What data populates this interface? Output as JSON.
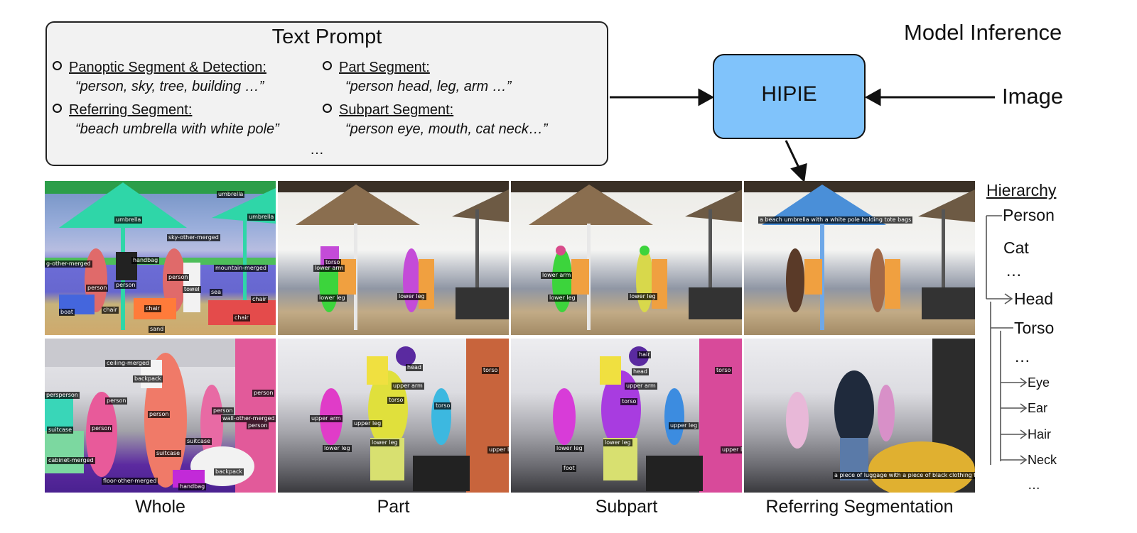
{
  "text_prompt": {
    "title": "Text Prompt",
    "tasks": [
      {
        "label": "Panoptic Segment & Detection:",
        "example": "“person, sky, tree, building …”"
      },
      {
        "label": "Part Segment:",
        "example": "“person head, leg, arm …”"
      },
      {
        "label": "Referring Segment:",
        "example": "“beach umbrella with white pole”"
      },
      {
        "label": "Subpart Segment:",
        "example": "“person eye, mouth, cat neck…”"
      }
    ],
    "ellipsis": "…"
  },
  "model": {
    "title": "Model Inference",
    "name": "HIPIE",
    "input_label": "Image"
  },
  "captions": [
    "Whole",
    "Part",
    "Subpart",
    "Referring Segmentation"
  ],
  "hierarchy": {
    "title": "Hierarchy",
    "level1": [
      "Person",
      "Cat",
      "…"
    ],
    "level2": [
      "Head",
      "Torso",
      "…"
    ],
    "level3": [
      "Eye",
      "Ear",
      "Hair",
      "Neck",
      "…"
    ]
  },
  "mask_labels": {
    "whole_beach": [
      "umbrella",
      "umbrella",
      "umbrella",
      "sky-other-merged",
      "handbag",
      "g-other-merged",
      "mountain-merged",
      "person",
      "person",
      "towel",
      "person",
      "sea",
      "chair",
      "boat",
      "chair",
      "chair",
      "chair",
      "sand"
    ],
    "part_beach": [
      "torso",
      "lower arm",
      "lower leg",
      "lower leg"
    ],
    "subpart_beach": [
      "lower arm",
      "lower leg",
      "lower leg"
    ],
    "referring_beach": "a beach umbrella with a white pole holding tote bags",
    "whole_airport": [
      "ceiling-merged",
      "backpack",
      "persperson",
      "person",
      "person",
      "person",
      "person",
      "suitcase",
      "suitcase",
      "wall-other-merged",
      "person",
      "cabinet-merged",
      "person",
      "suitcase",
      "backpack",
      "floor-other-merged",
      "handbag"
    ],
    "part_airport": [
      "head",
      "torso",
      "upper arm",
      "torso",
      "upper arm",
      "upper leg",
      "lower leg",
      "lower leg",
      "torso",
      "upper leg"
    ],
    "subpart_airport": [
      "hair",
      "head",
      "torso",
      "upper arm",
      "torso",
      "upper leg",
      "lower leg",
      "lower leg",
      "foot",
      "upper leg"
    ],
    "referring_airport": "a piece of luggage with a piece of black clothing folded o"
  },
  "colors": {
    "hipie_box": "#80c3fb",
    "prompt_box": "#f2f2f2"
  }
}
